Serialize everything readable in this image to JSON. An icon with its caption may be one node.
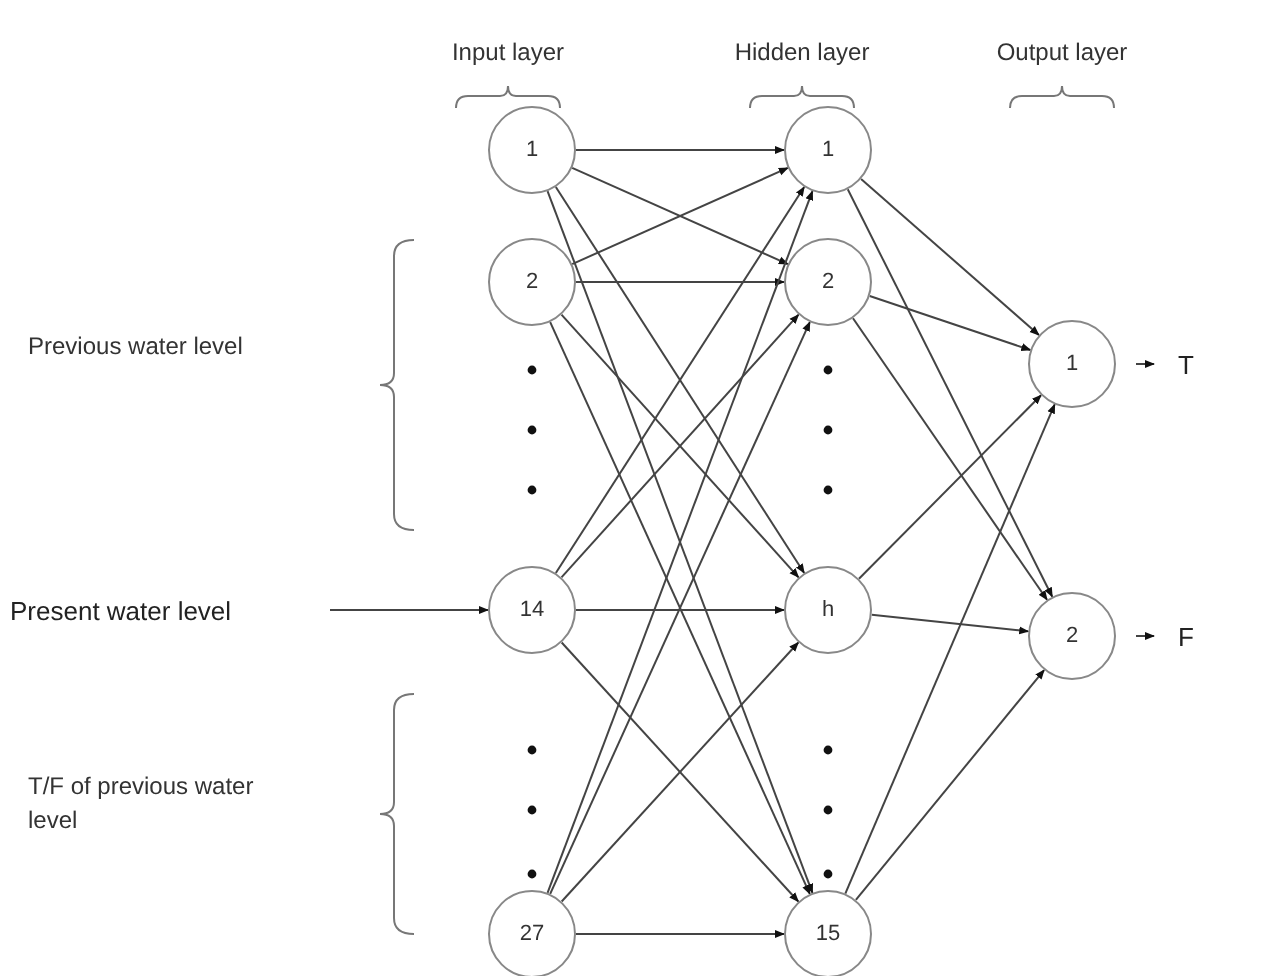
{
  "diagram": {
    "nodes": [
      {
        "text": [
          "1"
        ]
      },
      {
        "text": [
          "2"
        ]
      },
      {
        "text": [
          "14"
        ]
      },
      {
        "text": [
          "27"
        ]
      },
      {
        "text": [
          "1"
        ]
      },
      {
        "text": [
          "2"
        ]
      },
      {
        "text": [
          "h"
        ]
      },
      {
        "text": [
          "15"
        ]
      },
      {
        "text": [
          "1"
        ]
      },
      {
        "text": [
          "2"
        ]
      },
      {
        "text": [
          "T"
        ]
      },
      {
        "text": [
          "F"
        ]
      },
      {
        "text": [
          "Present water level"
        ]
      }
    ],
    "edges": [
      {
        "from": 0,
        "to": 4,
        "arrow": "to"
      },
      {
        "from": 0,
        "to": 5,
        "arrow": "to"
      },
      {
        "from": 0,
        "to": 6,
        "arrow": "to"
      },
      {
        "from": 0,
        "to": 7,
        "arrow": "to"
      },
      {
        "from": 1,
        "to": 4,
        "arrow": "to"
      },
      {
        "from": 1,
        "to": 5,
        "arrow": "to"
      },
      {
        "from": 1,
        "to": 6,
        "arrow": "to"
      },
      {
        "from": 1,
        "to": 7,
        "arrow": "to"
      },
      {
        "from": 2,
        "to": 4,
        "arrow": "to"
      },
      {
        "from": 2,
        "to": 5,
        "arrow": "to"
      },
      {
        "from": 2,
        "to": 6,
        "arrow": "to"
      },
      {
        "from": 2,
        "to": 7,
        "arrow": "to"
      },
      {
        "from": 3,
        "to": 4,
        "arrow": "to"
      },
      {
        "from": 3,
        "to": 5,
        "arrow": "to"
      },
      {
        "from": 3,
        "to": 6,
        "arrow": "to"
      },
      {
        "from": 3,
        "to": 7,
        "arrow": "to"
      },
      {
        "from": 4,
        "to": 8,
        "arrow": "to"
      },
      {
        "from": 4,
        "to": 9,
        "arrow": "to"
      },
      {
        "from": 5,
        "to": 8,
        "arrow": "to"
      },
      {
        "from": 5,
        "to": 9,
        "arrow": "to"
      },
      {
        "from": 6,
        "to": 8,
        "arrow": "to"
      },
      {
        "from": 6,
        "to": 9,
        "arrow": "to"
      },
      {
        "from": 7,
        "to": 8,
        "arrow": "to"
      },
      {
        "from": 7,
        "to": 9,
        "arrow": "to"
      },
      {
        "from": 8,
        "to": 10,
        "arrow": "to"
      },
      {
        "from": 9,
        "to": 11,
        "arrow": "to"
      },
      {
        "from": 12,
        "to": 2,
        "arrow": "to"
      }
    ],
    "labels": [
      "Input layer",
      "Hidden layer",
      "Output layer",
      "Previous water level",
      "T/F of previous water level"
    ]
  }
}
